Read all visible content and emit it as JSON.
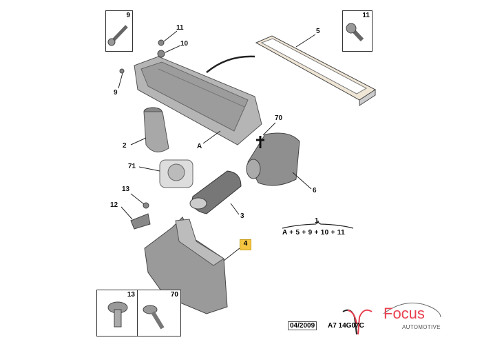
{
  "callouts": {
    "box_top_left": "9",
    "c11": "11",
    "c10": "10",
    "c5": "5",
    "box_top_right": "11",
    "c9": "9",
    "c2": "2",
    "cA": "A",
    "c70": "70",
    "c71": "71",
    "c6": "6",
    "c13": "13",
    "c12": "12",
    "c3": "3",
    "c4_highlighted": "4",
    "box_bottom_left": "13",
    "box_bottom_right": "70"
  },
  "assembly": {
    "number": "1",
    "formula": "A + 5 + 9 + 10 + 11"
  },
  "footer": {
    "date": "04/2009",
    "code": "A7 14G07C"
  },
  "watermark": {
    "brand": "Focus",
    "sub": "AUTOMOTIVE"
  },
  "colors": {
    "highlight": "#f5c542",
    "brand": "#e8404f",
    "part_gray": "#9a9a9a"
  }
}
